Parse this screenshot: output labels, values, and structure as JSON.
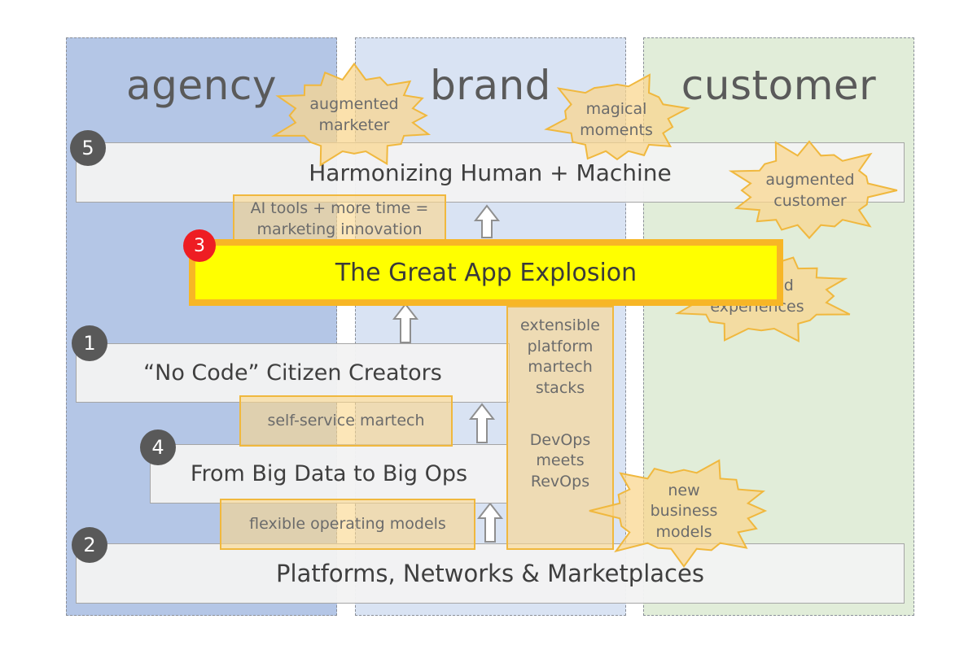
{
  "columns": {
    "agency": "agency",
    "brand": "brand",
    "customer": "customer"
  },
  "layers": {
    "l5": {
      "number": "5",
      "label": "Harmonizing Human + Machine"
    },
    "l3": {
      "number": "3",
      "label": "The Great App Explosion"
    },
    "l1": {
      "number": "1",
      "label": "“No Code” Citizen Creators"
    },
    "l4": {
      "number": "4",
      "label": "From Big Data to Big Ops"
    },
    "l2": {
      "number": "2",
      "label": "Platforms, Networks & Marketplaces"
    }
  },
  "annotations": {
    "ai_tools": {
      "line1": "AI tools + more time =",
      "line2": "marketing innovation"
    },
    "self_service": "self-service martech",
    "flexible_models": "flexible operating models",
    "extensible": {
      "line1": "extensible",
      "line2": "platform",
      "line3": "martech",
      "line4": "stacks"
    },
    "devops": {
      "line1": "DevOps",
      "line2": "meets",
      "line3": "RevOps"
    }
  },
  "bursts": {
    "augmented_marketer": {
      "line1": "augmented",
      "line2": "marketer"
    },
    "magical_moments": {
      "line1": "magical",
      "line2": "moments"
    },
    "augmented_customer": {
      "line1": "augmented",
      "line2": "customer"
    },
    "extended_experiences": {
      "line1": "extended",
      "line2": "experiences"
    },
    "new_business_models": {
      "line1": "new",
      "line2": "business",
      "line3": "models"
    }
  },
  "colors": {
    "agency_panel": "#b4c6e6",
    "brand_panel": "#d9e3f3",
    "customer_panel": "#e1edd9",
    "banner_fill": "#ffff00",
    "banner_border": "#f7b626",
    "accent_red": "#ee1d23",
    "burst_fill": "#fad68c"
  }
}
